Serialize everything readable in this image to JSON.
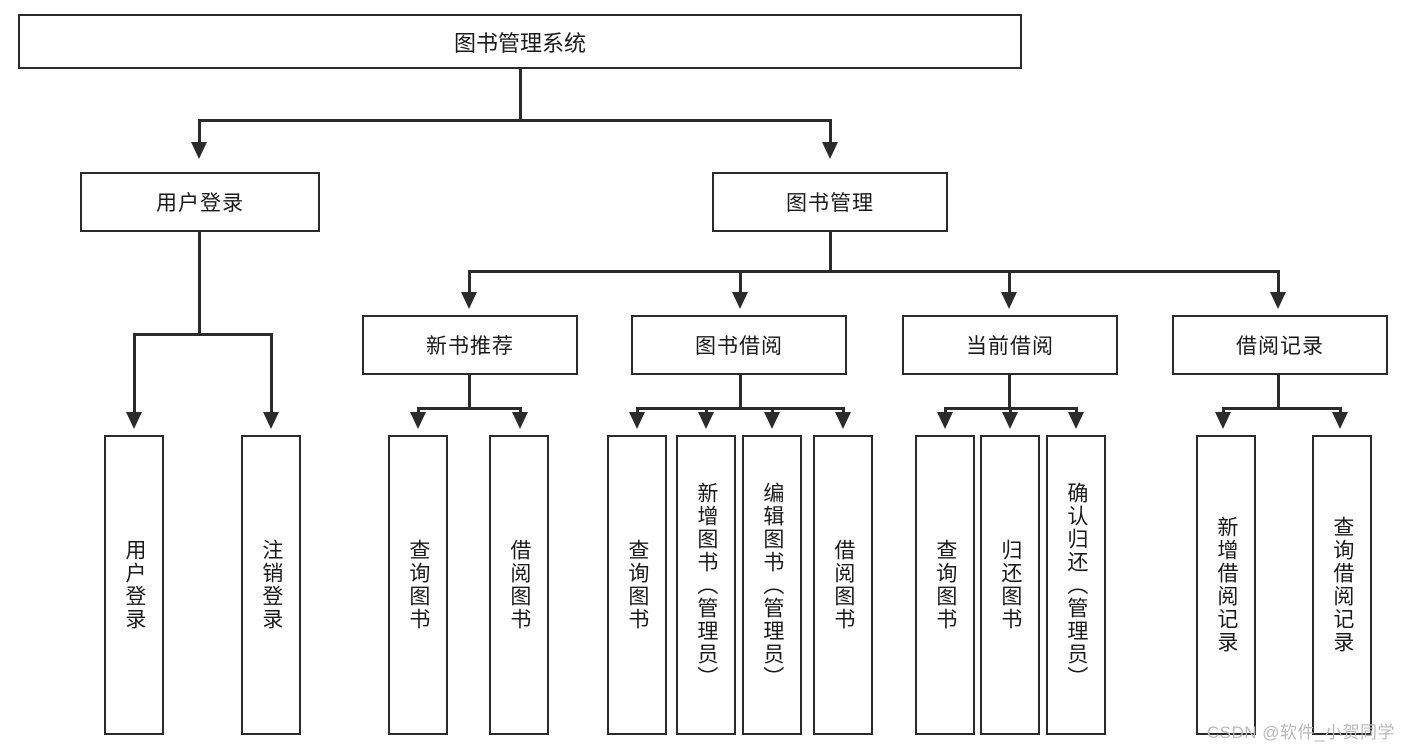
{
  "diagram": {
    "title": "图书管理系统",
    "type": "tree-diagram",
    "root": {
      "label": "图书管理系统"
    },
    "level1": [
      {
        "label": "用户登录"
      },
      {
        "label": "图书管理"
      }
    ],
    "level2": [
      {
        "label": "新书推荐"
      },
      {
        "label": "图书借阅"
      },
      {
        "label": "当前借阅"
      },
      {
        "label": "借阅记录"
      }
    ],
    "leaves": {
      "user_login": [
        {
          "label": "用户登录"
        },
        {
          "label": "注销登录"
        }
      ],
      "new_book_recommend": [
        {
          "label": "查询图书"
        },
        {
          "label": "借阅图书"
        }
      ],
      "book_borrow": [
        {
          "label": "查询图书"
        },
        {
          "label": "新增图书（管理员）"
        },
        {
          "label": "编辑图书（管理员）"
        },
        {
          "label": "借阅图书"
        }
      ],
      "current_borrow": [
        {
          "label": "查询图书"
        },
        {
          "label": "归还图书"
        },
        {
          "label": "确认归还（管理员）"
        }
      ],
      "borrow_record": [
        {
          "label": "新增借阅记录"
        },
        {
          "label": "查询借阅记录"
        }
      ]
    }
  },
  "watermark": {
    "text": "CSDN @软件_小贺同学"
  },
  "colors": {
    "stroke": "#2b2b2b",
    "text": "#1a1a1a",
    "background": "#ffffff",
    "watermark": "#b9b9b9"
  }
}
